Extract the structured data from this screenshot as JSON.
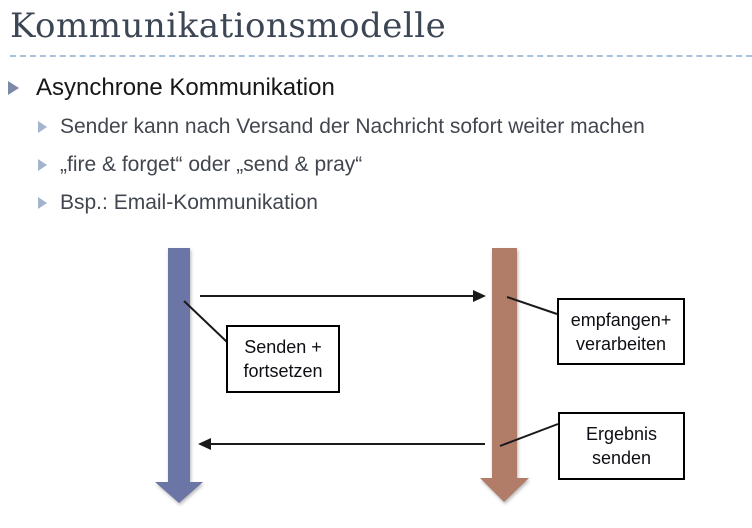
{
  "slide": {
    "title": "Kommunikationsmodelle",
    "heading": "Asynchrone Kommunikation",
    "points": [
      "Sender kann nach Versand der Nachricht sofort weiter machen",
      "„fire & forget“ oder „send & pray“",
      "Bsp.: Email-Kommunikation"
    ]
  },
  "colors": {
    "title_text": "#3d4654",
    "title_underline": "#a9c0dd",
    "level1_bullet": "#7c8aa8",
    "level2_bullet": "#a5b4cd",
    "heading_text": "#17171a",
    "point_text": "#41464f"
  },
  "diagram": {
    "line_color": "#1a1a1a",
    "box_border_color": "#000000",
    "sender_arrow_color": "#6b76a6",
    "receiver_arrow_color": "#b17d69",
    "boxes": {
      "send": {
        "line1": "Senden +",
        "line2": "fortsetzen"
      },
      "receive": {
        "line1": "empfangen+",
        "line2": "verarbeiten"
      },
      "result": {
        "line1": "Ergebnis",
        "line2": "senden"
      }
    }
  }
}
